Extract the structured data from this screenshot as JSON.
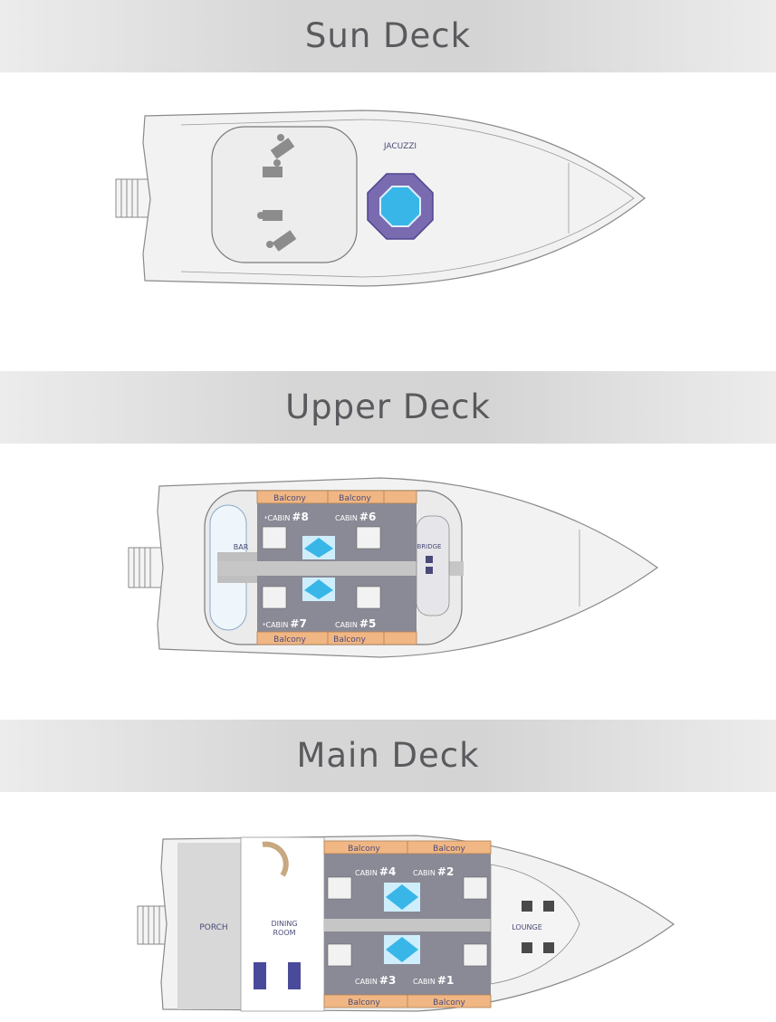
{
  "colors": {
    "hull_fill": "#f2f2f2",
    "hull_stroke": "#8a8a8a",
    "cabin_floor": "#8a8a96",
    "balcony": "#f0b684",
    "jacuzzi_ring": "#7a6ab0",
    "water": "#39b6e8",
    "label": "#4a4a78",
    "band_text": "#5a5a5e"
  },
  "sun_deck": {
    "title": "Sun Deck",
    "jacuzzi_label": "JACUZZI"
  },
  "upper_deck": {
    "title": "Upper Deck",
    "balconies": [
      "Balcony",
      "Balcony",
      "Balcony",
      "Balcony"
    ],
    "cabin_word": "CABIN",
    "cabins": [
      "#8",
      "#6",
      "#7",
      "#5"
    ],
    "cabin_prefix": "*",
    "bar_label": "BAR",
    "bridge_label": "BRIDGE"
  },
  "main_deck": {
    "title": "Main Deck",
    "balconies": [
      "Balcony",
      "Balcony",
      "Balcony",
      "Balcony"
    ],
    "cabin_word": "CABIN",
    "cabins": [
      "#4",
      "#2",
      "#3",
      "#1"
    ],
    "porch_label": "PORCH",
    "dining_label_1": "DINING",
    "dining_label_2": "ROOM",
    "lounge_label": "LOUNGE"
  }
}
